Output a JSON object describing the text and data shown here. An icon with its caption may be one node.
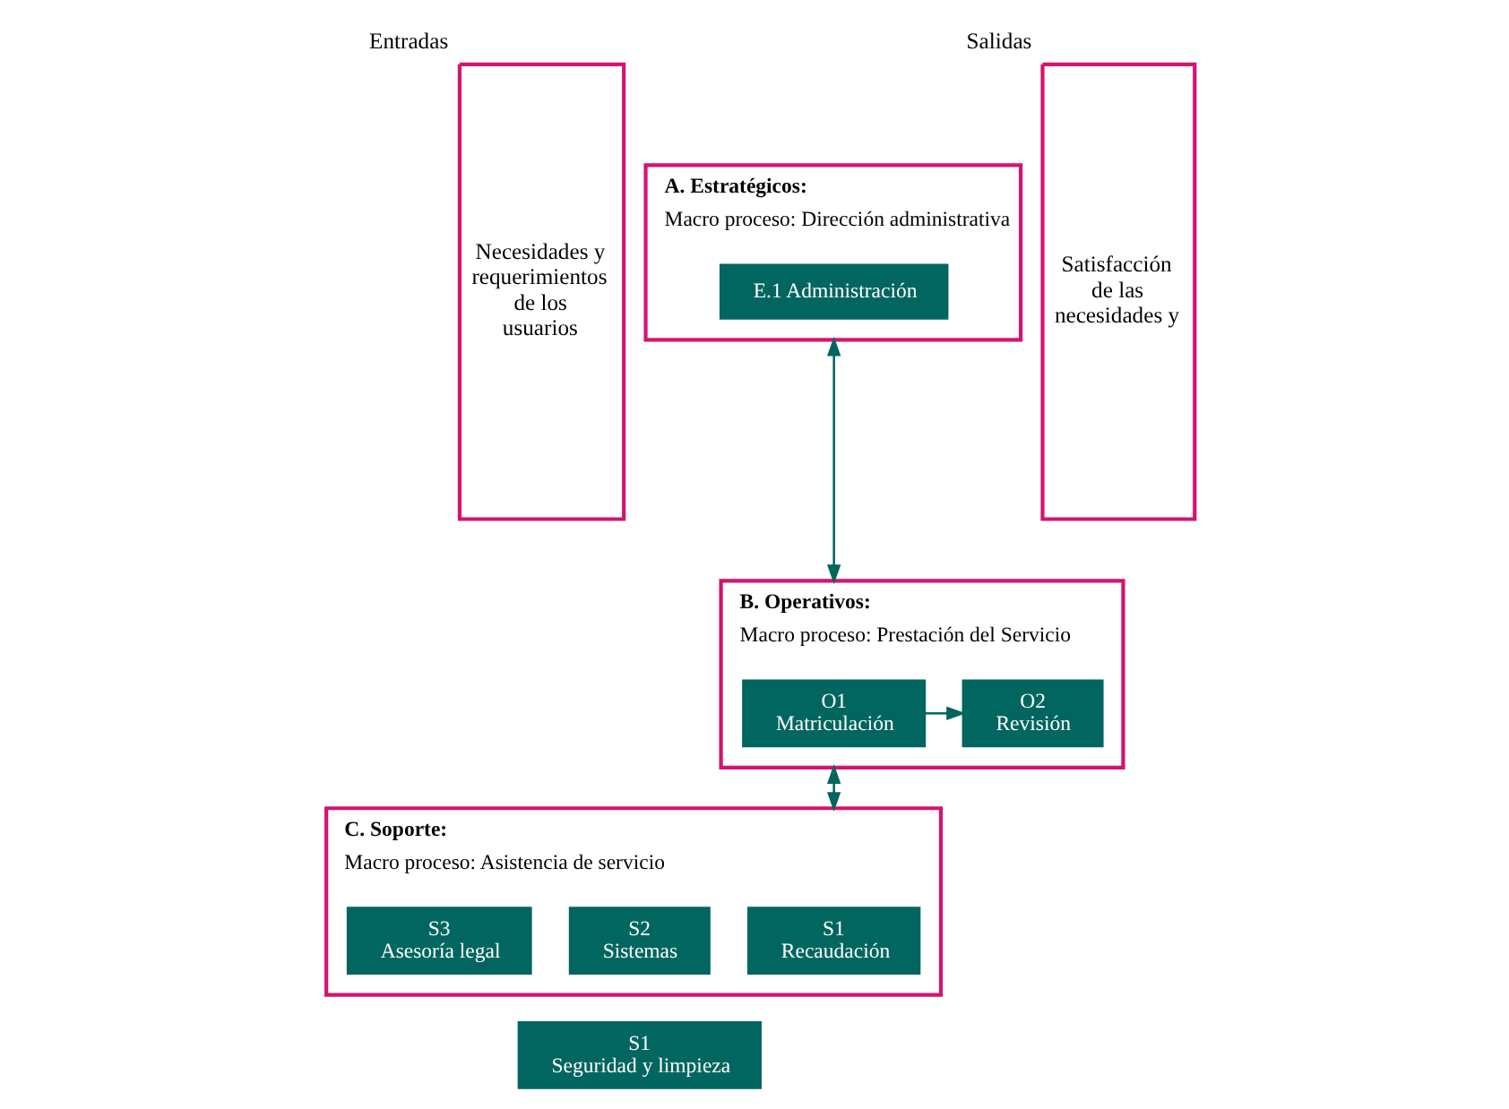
{
  "diagram": {
    "nodes": [
      {
        "text": [
          "Necesidades y requerimientos de los usuarios"
        ],
        "beside": [
          "Entradas"
        ]
      },
      {
        "text": [
          "A. Estratégicos:",
          "Macro proceso: Dirección administrativa"
        ]
      },
      {
        "text": [
          "E.1 Administración"
        ],
        "in": 1
      },
      {
        "text": [
          "B. Operativos:",
          "Macro proceso: Prestación del Servicio"
        ]
      },
      {
        "text": [
          "O1",
          "Matriculación"
        ],
        "in": 3
      },
      {
        "text": [
          "O2",
          "Revisión"
        ],
        "in": 3
      },
      {
        "text": [
          "C. Soporte:",
          "Macro proceso: Asistencia de servicio"
        ]
      },
      {
        "text": [
          "S1",
          "Recaudación"
        ],
        "in": 6
      },
      {
        "text": [
          "S2",
          "Sistemas"
        ],
        "in": 6
      },
      {
        "text": [
          "S3",
          "Asesoría legal"
        ],
        "in": 6
      },
      {
        "text": [
          "S1",
          "Seguridad y limpieza"
        ]
      },
      {
        "text": [
          "Satisfacción de las necesidades y"
        ],
        "beside": [
          "Salidas"
        ]
      }
    ],
    "edges": [
      {
        "from": 1,
        "to": 3,
        "arrow": "both"
      },
      {
        "from": 4,
        "to": 5,
        "arrow": "to"
      },
      {
        "from": 3,
        "to": 6,
        "arrow": "both"
      }
    ]
  }
}
